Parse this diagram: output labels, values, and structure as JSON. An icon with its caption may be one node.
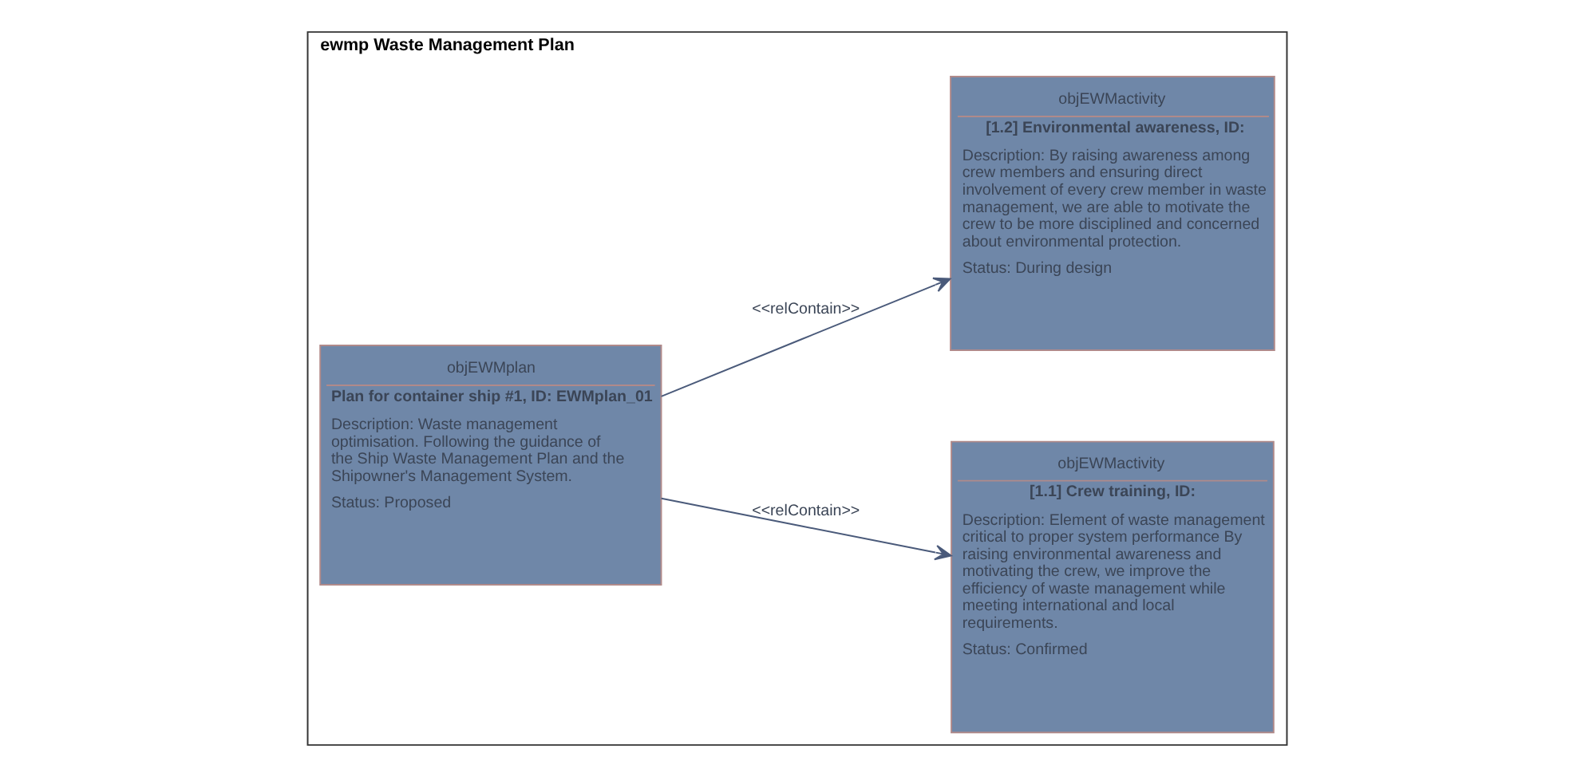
{
  "diagram": {
    "nodes": [
      {
        "text": [
          "ewmp Waste Management Plan"
        ]
      },
      {
        "text": [
          "objEWMplan",
          "Plan for container ship #1, ID: EWMplan_01",
          "Description: Waste management optimisation. Following the guidance of the Ship Waste Management Plan and the Shipowner's Management System.",
          "Status: Proposed"
        ],
        "in": 0
      },
      {
        "text": [
          "objEWMactivity",
          "[1.1] Crew training, ID:",
          "Description: Element of waste management critical to proper system performance By raising environmental awareness and motivating the crew, we improve the efficiency of waste management while meeting international and local requirements.",
          "Status: Confirmed"
        ],
        "in": 0
      },
      {
        "text": [
          "objEWMactivity",
          "[1.2] Environmental awareness, ID:",
          "Description: By raising awareness among crew members and ensuring direct involvement of every crew member in waste management, we are able to motivate the crew to be more disciplined and concerned about environmental protection.",
          "Status: During design"
        ],
        "in": 0
      }
    ],
    "edges": [
      {
        "from": 1,
        "to": 2,
        "arrow": "to",
        "label": "<<relContain>>"
      },
      {
        "from": 1,
        "to": 3,
        "arrow": "to",
        "label": "<<relContain>>"
      }
    ]
  }
}
